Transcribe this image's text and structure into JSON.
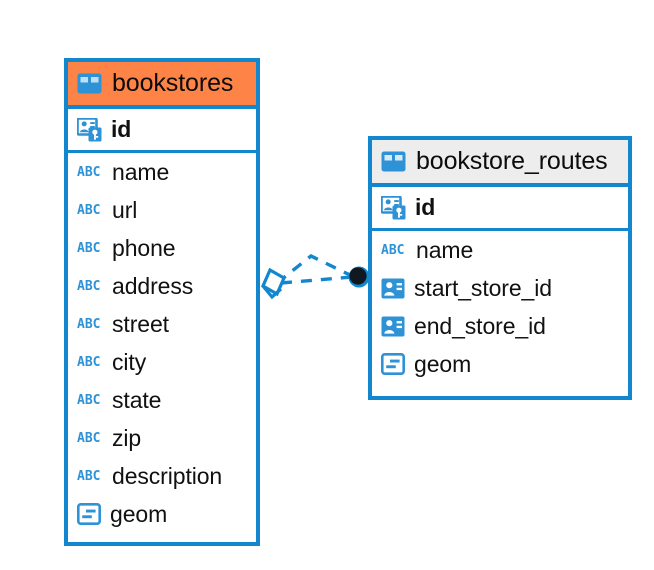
{
  "diagram": {
    "type": "entity-relationship-diagram",
    "background_color": "#ffffff",
    "accent_color": "#1287CE",
    "selected_header_color": "#FD8347",
    "unselected_header_color": "#EDEDED",
    "icon_color": "#2E92D6"
  },
  "entities": [
    {
      "name": "bookstores",
      "selected": true,
      "table_icon": "table-grid-icon",
      "primary_key": {
        "label": "id",
        "icon": "primary-key-icon",
        "bold": true
      },
      "fields": [
        {
          "label": "name",
          "icon": "abc-text-icon",
          "icon_text": "ABC"
        },
        {
          "label": "url",
          "icon": "abc-text-icon",
          "icon_text": "ABC"
        },
        {
          "label": "phone",
          "icon": "abc-text-icon",
          "icon_text": "ABC"
        },
        {
          "label": "address",
          "icon": "abc-text-icon",
          "icon_text": "ABC"
        },
        {
          "label": "street",
          "icon": "abc-text-icon",
          "icon_text": "ABC"
        },
        {
          "label": "city",
          "icon": "abc-text-icon",
          "icon_text": "ABC"
        },
        {
          "label": "state",
          "icon": "abc-text-icon",
          "icon_text": "ABC"
        },
        {
          "label": "zip",
          "icon": "abc-text-icon",
          "icon_text": "ABC"
        },
        {
          "label": "description",
          "icon": "abc-text-icon",
          "icon_text": "ABC"
        },
        {
          "label": "geom",
          "icon": "geometry-icon",
          "icon_text": ""
        }
      ]
    },
    {
      "name": "bookstore_routes",
      "selected": false,
      "table_icon": "table-grid-icon",
      "primary_key": {
        "label": "id",
        "icon": "primary-key-icon",
        "bold": true
      },
      "fields": [
        {
          "label": "name",
          "icon": "abc-text-icon",
          "icon_text": "ABC"
        },
        {
          "label": "start_store_id",
          "icon": "foreign-key-icon",
          "icon_text": ""
        },
        {
          "label": "end_store_id",
          "icon": "foreign-key-icon",
          "icon_text": ""
        },
        {
          "label": "geom",
          "icon": "geometry-icon",
          "icon_text": ""
        }
      ]
    }
  ],
  "relationship": {
    "from_entity": "bookstores",
    "to_entity": "bookstore_routes",
    "line_style": "dashed",
    "line_color": "#1287CE",
    "source_endpoint": "diamond",
    "target_endpoint": "filled-circle",
    "target_endpoint_color": "#111820"
  }
}
